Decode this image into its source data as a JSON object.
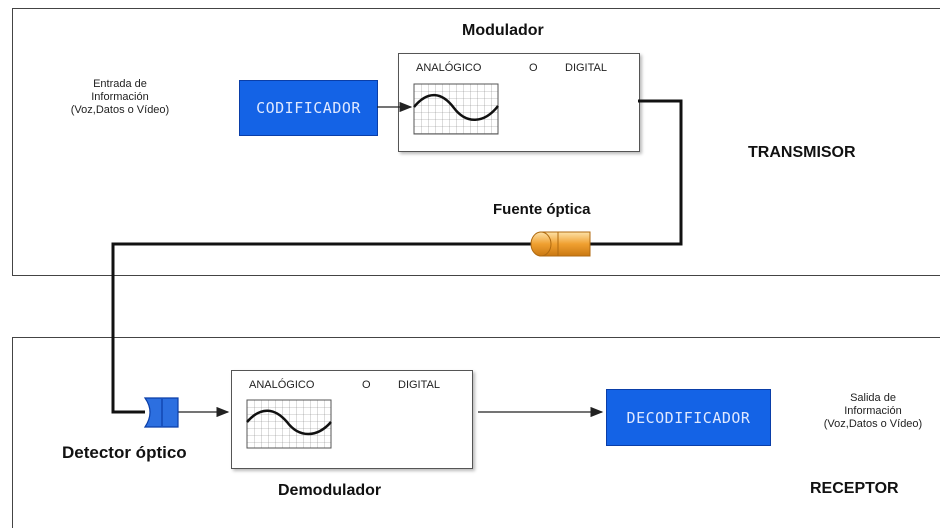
{
  "transmitter": {
    "input_lines": [
      "Entrada de",
      "Información",
      "(Voz,Datos o Vídeo)"
    ],
    "encoder_label": "CODIFICADOR",
    "modulator_title": "Modulador",
    "modulator_options": [
      "ANALÓGICO",
      "O",
      "DIGITAL"
    ],
    "source_label": "Fuente óptica",
    "section_label": "TRANSMISOR"
  },
  "receiver": {
    "detector_label": "Detector óptico",
    "demodulator_title": "Demodulador",
    "demodulator_options": [
      "ANALÓGICO",
      "O",
      "DIGITAL"
    ],
    "decoder_label": "DECODIFICADOR",
    "output_lines": [
      "Salida de",
      "Información",
      "(Voz,Datos o Vídeo)"
    ],
    "section_label": "RECEPTOR"
  },
  "colors": {
    "block_blue": "#1463e6",
    "source_orange": "#f0a030",
    "detector_blue": "#2c6fe0",
    "fiber": "#111111"
  }
}
